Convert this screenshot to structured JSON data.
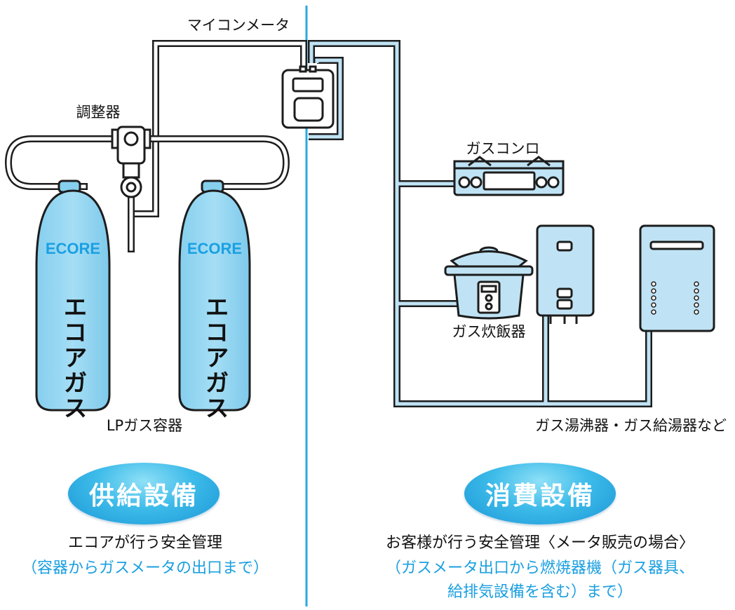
{
  "labels": {
    "meter": "マイコンメータ",
    "regulator": "調整器",
    "stove": "ガスコンロ",
    "rice_cooker": "ガス炊飯器",
    "cylinder_group": "LPガス容器",
    "water_heaters": "ガス湯沸器・ガス給湯器など"
  },
  "cylinder": {
    "brand": "ECORE",
    "product": "エコアガス"
  },
  "supply": {
    "badge": "供給設備",
    "line1": "エコアが行う安全管理",
    "line2": "（容器からガスメータの出口まで）"
  },
  "consumption": {
    "badge": "消費設備",
    "line1": "お客様が行う安全管理〈メータ販売の場合〉",
    "line2": "（ガスメータ出口から燃焼器機（ガス器具、",
    "line3": "給排気設備を含む）まで）"
  },
  "colors": {
    "pipe_fill": "#bfe3f4",
    "pipe_outline": "#1d1d1d",
    "cylinder_fill": "#8fd4f2",
    "divider": "#29a8e0",
    "badge": "#1a9fe0",
    "accent_text": "#1a9fe0"
  }
}
